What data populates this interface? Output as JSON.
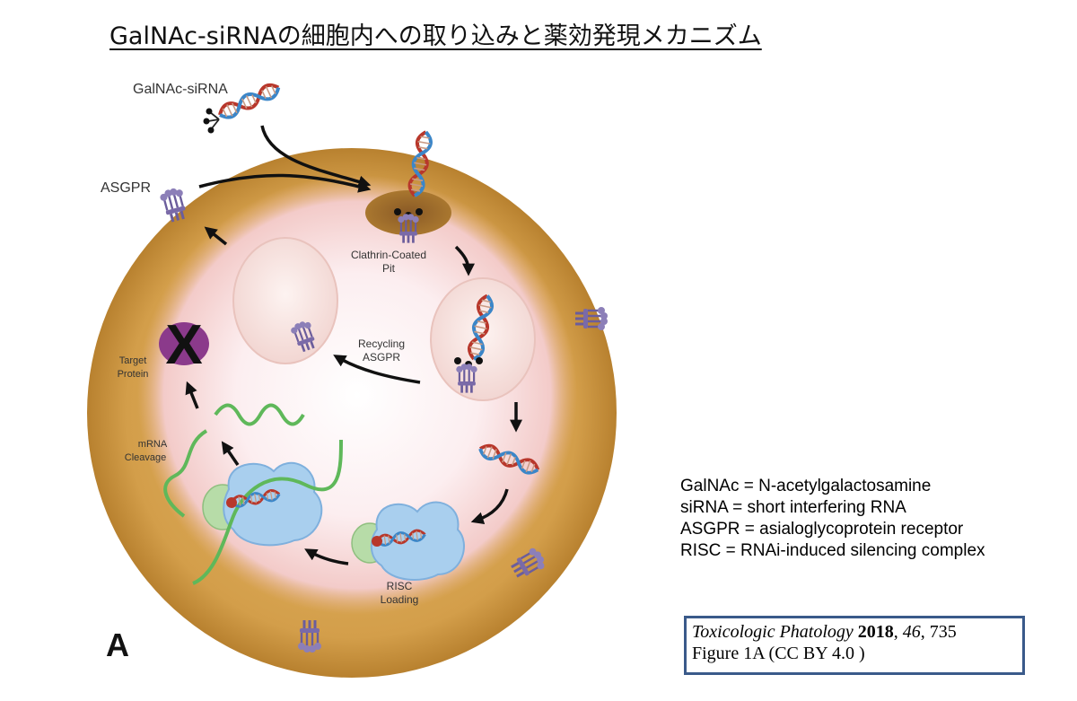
{
  "title": "GalNAc-siRNAの細胞内への取り込みと薬効発現メカニズム",
  "labels": {
    "galnac_sirna": "GalNAc-siRNA",
    "asgpr": "ASGPR",
    "clathrin": "Clathrin-Coated",
    "pit": "Pit",
    "recycling": "Recycling",
    "recycling_asgpr": "ASGPR",
    "target": "Target",
    "protein": "Protein",
    "mrna": "mRNA",
    "cleavage": "Cleavage",
    "risc": "RISC",
    "loading": "Loading",
    "inhibit": "X"
  },
  "panel_letter": "A",
  "legend": [
    "GalNAc = N-acetylgalactosamine",
    "siRNA = short interfering RNA",
    "ASGPR = asialoglycoprotein receptor",
    "RISC = RNAi-induced silencing complex"
  ],
  "citation": {
    "journal": "Toxicologic Phatology",
    "year": "2018",
    "volume": "46",
    "page": "735",
    "figure": "Figure 1A (CC BY 4.0 )"
  },
  "colors": {
    "cell": "#d09a44",
    "cytoplasm": "#fbe9ea",
    "receptor": "#8c7fb8",
    "rna_red": "#b8372b",
    "rna_blue": "#3b86c8",
    "mrna_green": "#5fb85a",
    "risc_blue": "#9fc7ea",
    "target_purple": "#8b3a8b",
    "citation_border": "#3a5a8a"
  }
}
